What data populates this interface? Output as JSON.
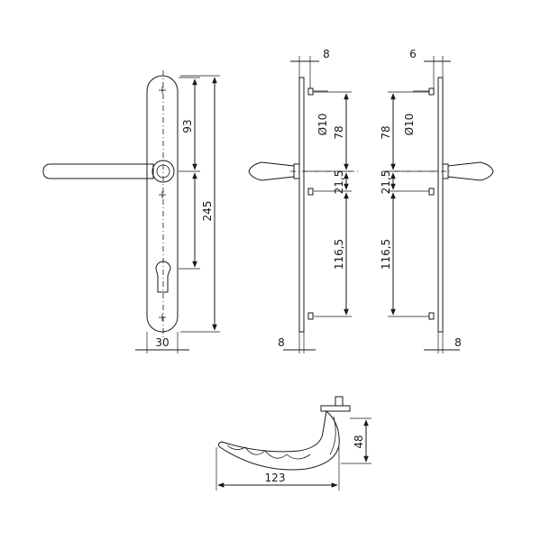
{
  "dimensions": {
    "front": {
      "handle_axis": "93",
      "total_height": "245",
      "plate_width": "30"
    },
    "side_left": {
      "top_offset": "8",
      "hole_diameter": "Ø10",
      "upper_spacing": "78",
      "mid_spacing": "21,5",
      "lower_spacing": "116,5",
      "bottom_offset": "8"
    },
    "side_right": {
      "top_offset": "6",
      "hole_diameter": "Ø10",
      "upper_spacing": "78",
      "mid_spacing": "21,5",
      "lower_spacing": "116,5",
      "bottom_offset": "8"
    },
    "lever": {
      "length": "123",
      "height": "48"
    }
  },
  "colors": {
    "line": "#1a1a1a",
    "background": "#ffffff"
  }
}
